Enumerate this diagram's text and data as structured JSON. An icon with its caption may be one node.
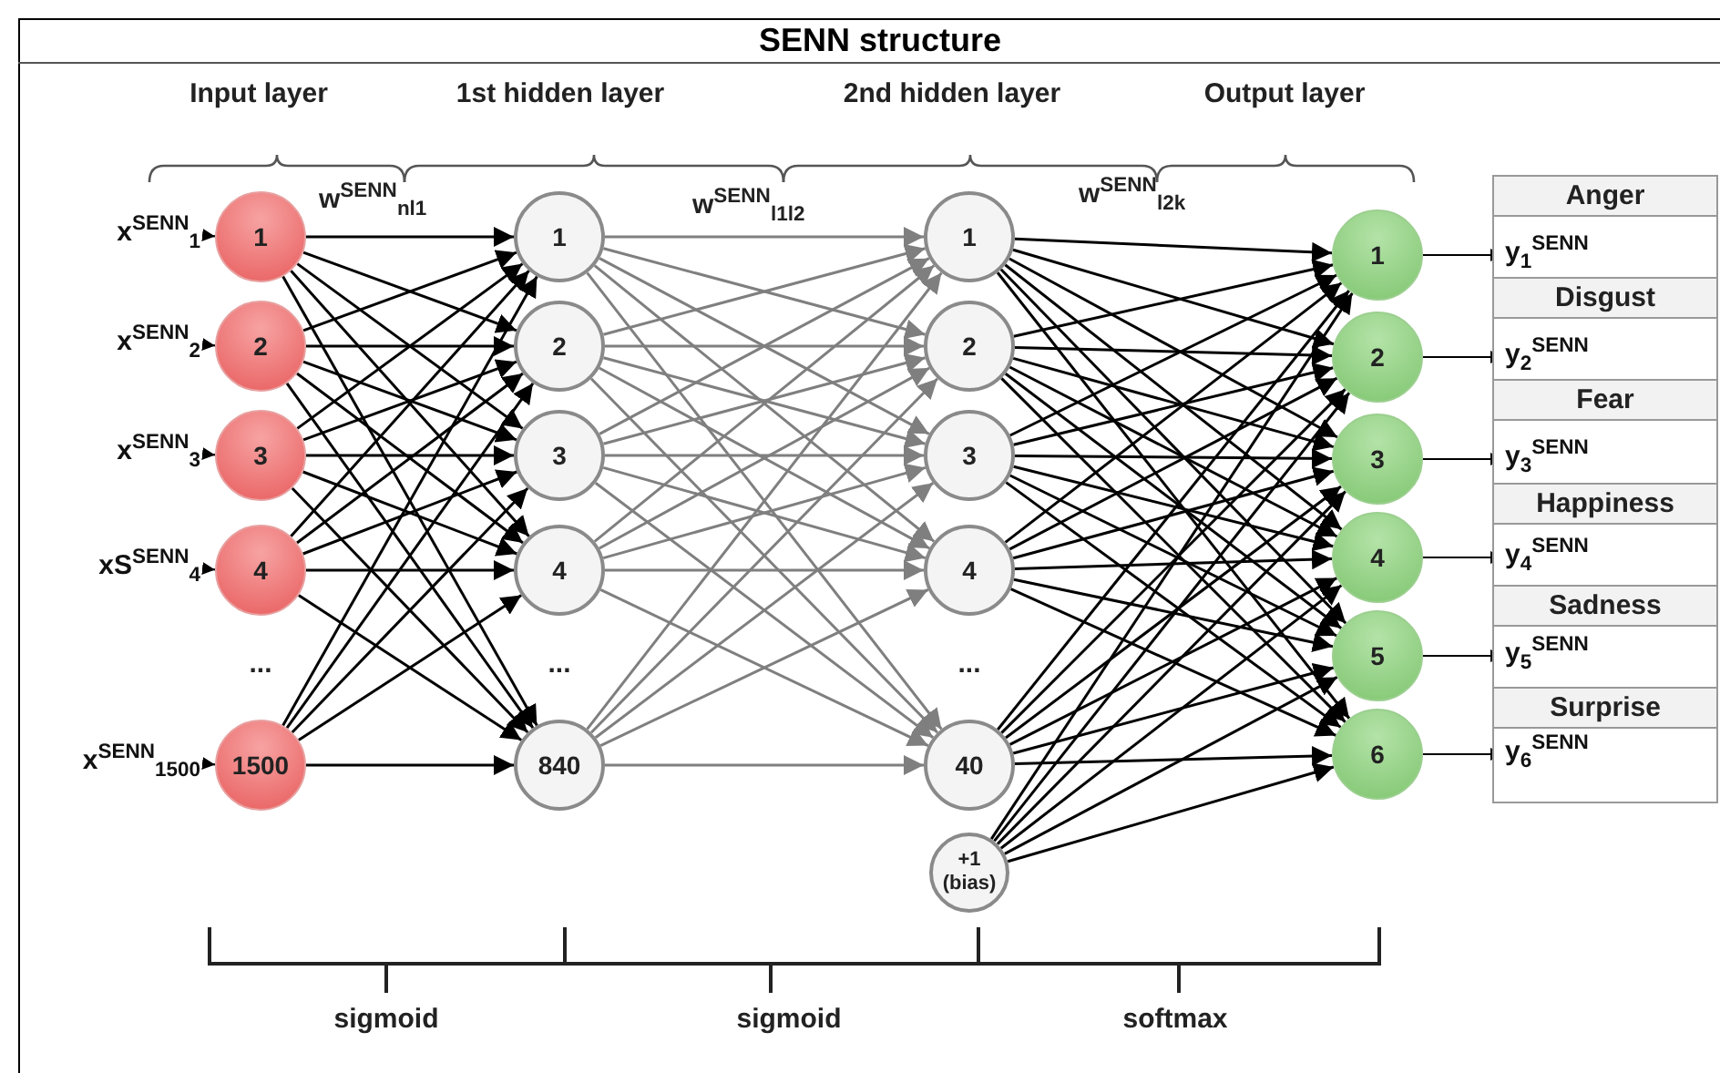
{
  "diagram": {
    "title": "SENN structure",
    "nodes": [
      {
        "text": [
          "x$^{SENN}$$_{1}$"
        ]
      },
      {
        "text": [
          "x$^{SENN}$$_{2}$"
        ]
      },
      {
        "text": [
          "x$^{SENN}$$_{3}$"
        ]
      },
      {
        "text": [
          "xS$^{SENN}$$_{4}$"
        ]
      },
      {
        "text": [
          "x$^{SENN}$$_{1500}$"
        ]
      },
      {
        "text": [
          "1"
        ]
      },
      {
        "text": [
          "2"
        ]
      },
      {
        "text": [
          "3"
        ]
      },
      {
        "text": [
          "4"
        ]
      },
      {
        "text": [
          "1500"
        ]
      },
      {
        "text": [
          "1"
        ]
      },
      {
        "text": [
          "2"
        ]
      },
      {
        "text": [
          "3"
        ]
      },
      {
        "text": [
          "4"
        ]
      },
      {
        "text": [
          "840"
        ]
      },
      {
        "text": [
          "1"
        ]
      },
      {
        "text": [
          "2"
        ]
      },
      {
        "text": [
          "3"
        ]
      },
      {
        "text": [
          "4"
        ]
      },
      {
        "text": [
          "40"
        ]
      },
      {
        "text": [
          "+1 (bias)"
        ]
      },
      {
        "text": [
          "1"
        ]
      },
      {
        "text": [
          "2"
        ]
      },
      {
        "text": [
          "3"
        ]
      },
      {
        "text": [
          "4"
        ]
      },
      {
        "text": [
          "5"
        ]
      },
      {
        "text": [
          "6"
        ]
      },
      {
        "text": [
          "y$_{1}$$^{SENN}$"
        ]
      },
      {
        "text": [
          "y$_{2}$$^{SENN}$"
        ]
      },
      {
        "text": [
          "y$_{3}$$^{SENN}$"
        ]
      },
      {
        "text": [
          "y$_{4}$$^{SENN}$"
        ]
      },
      {
        "text": [
          "y$_{5}$$^{SENN}$"
        ]
      },
      {
        "text": [
          "y$_{6}$$^{SENN}$"
        ]
      }
    ],
    "edges": [
      {
        "from": 0,
        "to": 5,
        "arrow": "to"
      },
      {
        "from": 1,
        "to": 6,
        "arrow": "to"
      },
      {
        "from": 2,
        "to": 7,
        "arrow": "to"
      },
      {
        "from": 3,
        "to": 8,
        "arrow": "to"
      },
      {
        "from": 4,
        "to": 9,
        "arrow": "to"
      },
      {
        "from": 5,
        "to": 10,
        "arrow": "to"
      },
      {
        "from": 5,
        "to": 11,
        "arrow": "to"
      },
      {
        "from": 5,
        "to": 12,
        "arrow": "to"
      },
      {
        "from": 5,
        "to": 13,
        "arrow": "to"
      },
      {
        "from": 5,
        "to": 14,
        "arrow": "to"
      },
      {
        "from": 6,
        "to": 10,
        "arrow": "to"
      },
      {
        "from": 6,
        "to": 11,
        "arrow": "to"
      },
      {
        "from": 6,
        "to": 12,
        "arrow": "to"
      },
      {
        "from": 6,
        "to": 13,
        "arrow": "to"
      },
      {
        "from": 6,
        "to": 14,
        "arrow": "to"
      },
      {
        "from": 7,
        "to": 10,
        "arrow": "to"
      },
      {
        "from": 7,
        "to": 11,
        "arrow": "to"
      },
      {
        "from": 7,
        "to": 12,
        "arrow": "to"
      },
      {
        "from": 7,
        "to": 13,
        "arrow": "to"
      },
      {
        "from": 7,
        "to": 14,
        "arrow": "to"
      },
      {
        "from": 8,
        "to": 10,
        "arrow": "to"
      },
      {
        "from": 8,
        "to": 11,
        "arrow": "to"
      },
      {
        "from": 8,
        "to": 12,
        "arrow": "to"
      },
      {
        "from": 8,
        "to": 13,
        "arrow": "to"
      },
      {
        "from": 8,
        "to": 14,
        "arrow": "to"
      },
      {
        "from": 9,
        "to": 10,
        "arrow": "to"
      },
      {
        "from": 9,
        "to": 11,
        "arrow": "to"
      },
      {
        "from": 9,
        "to": 12,
        "arrow": "to"
      },
      {
        "from": 9,
        "to": 13,
        "arrow": "to"
      },
      {
        "from": 9,
        "to": 14,
        "arrow": "to"
      },
      {
        "from": 10,
        "to": 15,
        "arrow": "to",
        "color": "#7f7f7f"
      },
      {
        "from": 10,
        "to": 16,
        "arrow": "to",
        "color": "#7f7f7f"
      },
      {
        "from": 10,
        "to": 17,
        "arrow": "to",
        "color": "#7f7f7f"
      },
      {
        "from": 10,
        "to": 18,
        "arrow": "to",
        "color": "#7f7f7f"
      },
      {
        "from": 10,
        "to": 19,
        "arrow": "to",
        "color": "#7f7f7f"
      },
      {
        "from": 11,
        "to": 15,
        "arrow": "to",
        "color": "#7f7f7f"
      },
      {
        "from": 11,
        "to": 16,
        "arrow": "to",
        "color": "#7f7f7f"
      },
      {
        "from": 11,
        "to": 17,
        "arrow": "to",
        "color": "#7f7f7f"
      },
      {
        "from": 11,
        "to": 18,
        "arrow": "to",
        "color": "#7f7f7f"
      },
      {
        "from": 11,
        "to": 19,
        "arrow": "to",
        "color": "#7f7f7f"
      },
      {
        "from": 12,
        "to": 15,
        "arrow": "to",
        "color": "#7f7f7f"
      },
      {
        "from": 12,
        "to": 16,
        "arrow": "to",
        "color": "#7f7f7f"
      },
      {
        "from": 12,
        "to": 17,
        "arrow": "to",
        "color": "#7f7f7f"
      },
      {
        "from": 12,
        "to": 18,
        "arrow": "to",
        "color": "#7f7f7f"
      },
      {
        "from": 12,
        "to": 19,
        "arrow": "to",
        "color": "#7f7f7f"
      },
      {
        "from": 13,
        "to": 15,
        "arrow": "to",
        "color": "#7f7f7f"
      },
      {
        "from": 13,
        "to": 16,
        "arrow": "to",
        "color": "#7f7f7f"
      },
      {
        "from": 13,
        "to": 17,
        "arrow": "to",
        "color": "#7f7f7f"
      },
      {
        "from": 13,
        "to": 18,
        "arrow": "to",
        "color": "#7f7f7f"
      },
      {
        "from": 13,
        "to": 19,
        "arrow": "to",
        "color": "#7f7f7f"
      },
      {
        "from": 14,
        "to": 15,
        "arrow": "to",
        "color": "#7f7f7f"
      },
      {
        "from": 14,
        "to": 16,
        "arrow": "to",
        "color": "#7f7f7f"
      },
      {
        "from": 14,
        "to": 17,
        "arrow": "to",
        "color": "#7f7f7f"
      },
      {
        "from": 14,
        "to": 18,
        "arrow": "to",
        "color": "#7f7f7f"
      },
      {
        "from": 14,
        "to": 19,
        "arrow": "to",
        "color": "#7f7f7f"
      },
      {
        "from": 15,
        "to": 21,
        "arrow": "to"
      },
      {
        "from": 15,
        "to": 22,
        "arrow": "to"
      },
      {
        "from": 15,
        "to": 23,
        "arrow": "to"
      },
      {
        "from": 15,
        "to": 24,
        "arrow": "to"
      },
      {
        "from": 15,
        "to": 25,
        "arrow": "to"
      },
      {
        "from": 15,
        "to": 26,
        "arrow": "to"
      },
      {
        "from": 16,
        "to": 21,
        "arrow": "to"
      },
      {
        "from": 16,
        "to": 22,
        "arrow": "to"
      },
      {
        "from": 16,
        "to": 23,
        "arrow": "to"
      },
      {
        "from": 16,
        "to": 24,
        "arrow": "to"
      },
      {
        "from": 16,
        "to": 25,
        "arrow": "to"
      },
      {
        "from": 16,
        "to": 26,
        "arrow": "to"
      },
      {
        "from": 17,
        "to": 21,
        "arrow": "to"
      },
      {
        "from": 17,
        "to": 22,
        "arrow": "to"
      },
      {
        "from": 17,
        "to": 23,
        "arrow": "to"
      },
      {
        "from": 17,
        "to": 24,
        "arrow": "to"
      },
      {
        "from": 17,
        "to": 25,
        "arrow": "to"
      },
      {
        "from": 17,
        "to": 26,
        "arrow": "to"
      },
      {
        "from": 18,
        "to": 21,
        "arrow": "to"
      },
      {
        "from": 18,
        "to": 22,
        "arrow": "to"
      },
      {
        "from": 18,
        "to": 23,
        "arrow": "to"
      },
      {
        "from": 18,
        "to": 24,
        "arrow": "to"
      },
      {
        "from": 18,
        "to": 25,
        "arrow": "to"
      },
      {
        "from": 18,
        "to": 26,
        "arrow": "to"
      },
      {
        "from": 19,
        "to": 21,
        "arrow": "to"
      },
      {
        "from": 19,
        "to": 22,
        "arrow": "to"
      },
      {
        "from": 19,
        "to": 23,
        "arrow": "to"
      },
      {
        "from": 19,
        "to": 24,
        "arrow": "to"
      },
      {
        "from": 19,
        "to": 25,
        "arrow": "to"
      },
      {
        "from": 19,
        "to": 26,
        "arrow": "to"
      },
      {
        "from": 20,
        "to": 21,
        "arrow": "to"
      },
      {
        "from": 20,
        "to": 22,
        "arrow": "to"
      },
      {
        "from": 20,
        "to": 23,
        "arrow": "to"
      },
      {
        "from": 20,
        "to": 24,
        "arrow": "to"
      },
      {
        "from": 20,
        "to": 25,
        "arrow": "to"
      },
      {
        "from": 20,
        "to": 26,
        "arrow": "to"
      },
      {
        "from": 21,
        "to": 27,
        "arrow": "to"
      },
      {
        "from": 22,
        "to": 28,
        "arrow": "to"
      },
      {
        "from": 23,
        "to": 29,
        "arrow": "to"
      },
      {
        "from": 24,
        "to": 30,
        "arrow": "to"
      },
      {
        "from": 25,
        "to": 31,
        "arrow": "to"
      },
      {
        "from": 26,
        "to": 32,
        "arrow": "to"
      }
    ],
    "labels": [
      "Input layer",
      "1st hidden layer",
      "2nd hidden layer",
      "Output layer",
      "w$^{SENN}$$_{nl1}$",
      "w$^{SENN}$$_{l1l2}$",
      "w$^{SENN}$$_{l2k}$",
      "Anger",
      "Disgust",
      "Fear",
      "Happiness",
      "Sadness",
      "Surprise",
      "...",
      "...",
      "...",
      "sigmoid",
      "sigmoid",
      "softmax"
    ]
  }
}
